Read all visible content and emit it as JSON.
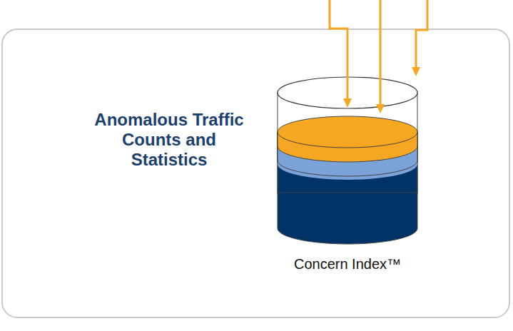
{
  "diagram": {
    "nodes": [
      {
        "text": [
          "Anomalous Traffic Counts and Statistics"
        ]
      },
      {
        "text": [
          "Concern Index™"
        ],
        "in": 0
      }
    ]
  }
}
